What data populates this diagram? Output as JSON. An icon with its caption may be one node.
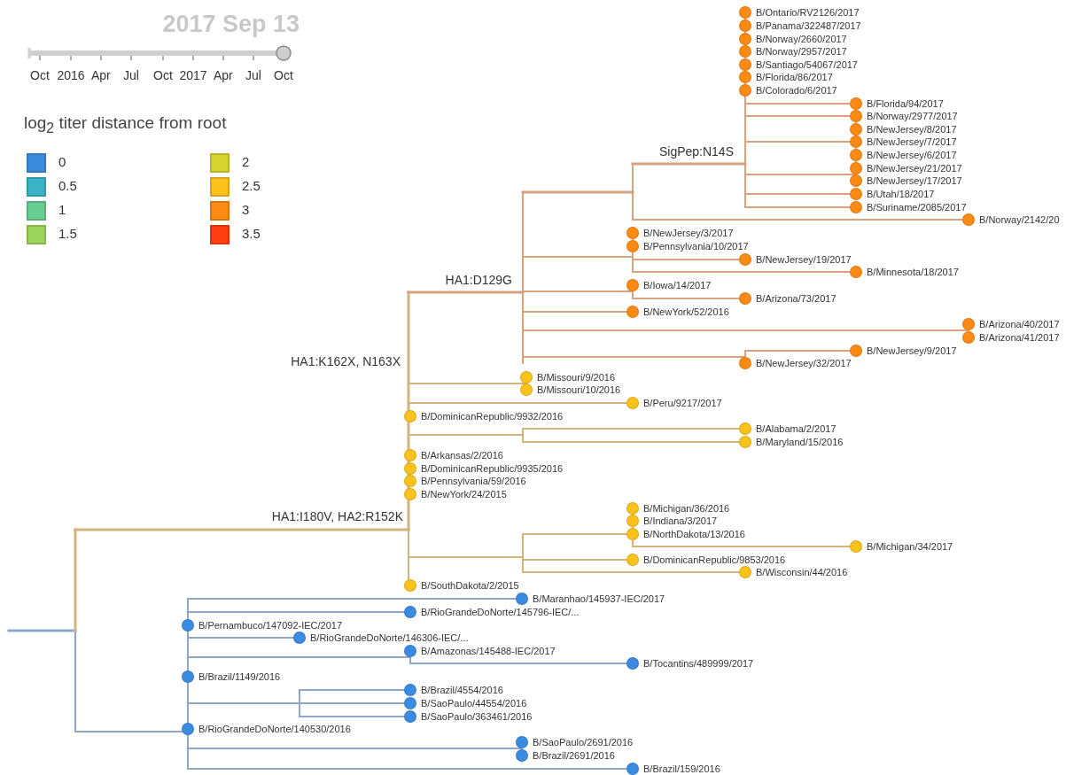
{
  "diagram": {
    "nodes": [
      {
        "text": [],
        "shape": "circle",
        "beside": [
          "B/Ontario/RV2126/2017"
        ]
      },
      {
        "text": [],
        "shape": "circle",
        "beside": [
          "B/Panama/322487/2017"
        ]
      },
      {
        "text": [],
        "shape": "circle",
        "beside": [
          "B/Norway/2660/2017"
        ]
      },
      {
        "text": [],
        "shape": "circle",
        "beside": [
          "B/Norway/2957/2017"
        ]
      },
      {
        "text": [],
        "shape": "circle",
        "beside": [
          "B/Santiago/54067/2017"
        ]
      },
      {
        "text": [],
        "shape": "circle",
        "beside": [
          "B/Florida/86/2017"
        ]
      },
      {
        "text": [],
        "shape": "circle",
        "beside": [
          "B/Colorado/6/2017"
        ]
      },
      {
        "text": [],
        "shape": "circle",
        "beside": [
          "B/Florida/94/2017"
        ]
      },
      {
        "text": [],
        "shape": "circle",
        "beside": [
          "B/Norway/2977/2017"
        ]
      },
      {
        "text": [],
        "shape": "circle",
        "beside": [
          "B/NewJersey/8/2017"
        ]
      },
      {
        "text": [],
        "shape": "circle",
        "beside": [
          "B/NewJersey/7/2017"
        ]
      },
      {
        "text": [],
        "shape": "circle",
        "beside": [
          "B/NewJersey/6/2017"
        ]
      },
      {
        "text": [],
        "shape": "circle",
        "beside": [
          "B/NewJersey/21/2017"
        ]
      },
      {
        "text": [],
        "shape": "circle",
        "beside": [
          "B/NewJersey/17/2017"
        ]
      },
      {
        "text": [],
        "shape": "circle",
        "beside": [
          "B/Utah/18/2017"
        ]
      },
      {
        "text": [],
        "shape": "circle",
        "beside": [
          "B/Suriname/2085/2017"
        ]
      },
      {
        "text": [],
        "shape": "circle",
        "beside": [
          "B/Norway/2142/20"
        ]
      },
      {
        "text": [],
        "shape": "circle",
        "beside": [
          "B/NewJersey/3/2017"
        ]
      },
      {
        "text": [],
        "shape": "circle",
        "beside": [
          "B/Pennsylvania/10/2017"
        ]
      },
      {
        "text": [],
        "shape": "circle",
        "beside": [
          "B/NewJersey/19/2017"
        ]
      },
      {
        "text": [],
        "shape": "circle",
        "beside": [
          "B/Minnesota/18/2017"
        ]
      },
      {
        "text": [],
        "shape": "circle",
        "beside": [
          "B/Iowa/14/2017"
        ]
      },
      {
        "text": [],
        "shape": "circle",
        "beside": [
          "B/Arizona/73/2017"
        ]
      },
      {
        "text": [],
        "shape": "circle",
        "beside": [
          "B/NewYork/52/2016"
        ]
      },
      {
        "text": [],
        "shape": "circle",
        "beside": [
          "B/Arizona/40/2017"
        ]
      },
      {
        "text": [],
        "shape": "circle",
        "beside": [
          "B/Arizona/41/2017"
        ]
      },
      {
        "text": [],
        "shape": "circle",
        "beside": [
          "B/NewJersey/9/2017"
        ]
      },
      {
        "text": [],
        "shape": "circle",
        "beside": [
          "B/NewJersey/32/2017"
        ]
      },
      {
        "text": [],
        "shape": "circle",
        "beside": [
          "B/Missouri/9/2016"
        ]
      },
      {
        "text": [],
        "shape": "circle",
        "beside": [
          "B/Missouri/10/2016"
        ]
      },
      {
        "text": [],
        "shape": "circle",
        "beside": [
          "B/Peru/9217/2017"
        ]
      },
      {
        "text": [],
        "shape": "circle",
        "beside": [
          "B/DominicanRepublic/9932/2016"
        ]
      },
      {
        "text": [],
        "shape": "circle",
        "beside": [
          "B/Alabama/2/2017"
        ]
      },
      {
        "text": [],
        "shape": "circle",
        "beside": [
          "B/Maryland/15/2016"
        ]
      },
      {
        "text": [],
        "shape": "circle",
        "beside": [
          "B/Arkansas/2/2016"
        ]
      },
      {
        "text": [],
        "shape": "circle",
        "beside": [
          "B/DominicanRepublic/9935/2016"
        ]
      },
      {
        "text": [],
        "shape": "circle",
        "beside": [
          "B/Pennsylvania/59/2016"
        ]
      },
      {
        "text": [],
        "shape": "circle",
        "beside": [
          "B/NewYork/24/2015"
        ]
      },
      {
        "text": [],
        "shape": "circle",
        "beside": [
          "B/Michigan/36/2016"
        ]
      },
      {
        "text": [],
        "shape": "circle",
        "beside": [
          "B/Indiana/3/2017"
        ]
      },
      {
        "text": [],
        "shape": "circle",
        "beside": [
          "B/NorthDakota/13/2016"
        ]
      },
      {
        "text": [],
        "shape": "circle",
        "beside": [
          "B/Michigan/34/2017"
        ]
      },
      {
        "text": [],
        "shape": "circle",
        "beside": [
          "B/DominicanRepublic/9853/2016"
        ]
      },
      {
        "text": [],
        "shape": "circle",
        "beside": [
          "B/Wisconsin/44/2016"
        ]
      },
      {
        "text": [],
        "shape": "circle",
        "beside": [
          "B/SouthDakota/2/2015"
        ]
      },
      {
        "text": [],
        "shape": "circle",
        "beside": [
          "B/Maranhao/145937-IEC/2017"
        ]
      },
      {
        "text": [],
        "shape": "circle",
        "beside": [
          "B/RioGrandeDoNorte/145796-IEC/..."
        ]
      },
      {
        "text": [],
        "shape": "circle",
        "beside": [
          "B/Pernambuco/147092-IEC/2017"
        ]
      },
      {
        "text": [],
        "shape": "circle",
        "beside": [
          "B/RioGrandeDoNorte/146306-IEC/..."
        ]
      },
      {
        "text": [],
        "shape": "circle",
        "beside": [
          "B/Amazonas/145488-IEC/2017"
        ]
      },
      {
        "text": [],
        "shape": "circle",
        "beside": [
          "B/Tocantins/489999/2017"
        ]
      },
      {
        "text": [],
        "shape": "circle",
        "beside": [
          "B/Brazil/1149/2016"
        ]
      },
      {
        "text": [],
        "shape": "circle",
        "beside": [
          "B/Brazil/4554/2016"
        ]
      },
      {
        "text": [],
        "shape": "circle",
        "beside": [
          "B/SaoPaulo/44554/2016"
        ]
      },
      {
        "text": [],
        "shape": "circle",
        "beside": [
          "B/SaoPaulo/363461/2016"
        ]
      },
      {
        "text": [],
        "shape": "circle",
        "beside": [
          "B/RioGrandeDoNorte/140530/2016"
        ]
      },
      {
        "text": [],
        "shape": "circle",
        "beside": [
          "B/SaoPaulo/2691/2016"
        ]
      },
      {
        "text": [],
        "shape": "circle",
        "beside": [
          "B/Brazil/2691/2016"
        ]
      },
      {
        "text": [],
        "shape": "circle",
        "beside": [
          "B/Brazil/159/2016"
        ]
      }
    ],
    "labels": [
      "2017 Sep 13",
      "Oct",
      "2016",
      "Apr",
      "Jul",
      "Oct",
      "2017",
      "Apr",
      "Jul",
      "Oct",
      "log$_{2}$ titer distance from root",
      "SigPep:N14S",
      "HA1:D129G",
      "HA1:K162X, N163X",
      "HA1:I180V, HA2:R152K"
    ],
    "legend": [
      {
        "text": "0",
        "color": "#3b8be0"
      },
      {
        "text": "0.5",
        "color": "#3ab3c6"
      },
      {
        "text": "1",
        "color": "#68cd92"
      },
      {
        "text": "1.5",
        "color": "#9bd65a"
      },
      {
        "text": "2",
        "color": "#d7d42f"
      },
      {
        "text": "2.5",
        "color": "#fbc21b"
      },
      {
        "text": "3",
        "color": "#fd8a12"
      },
      {
        "text": "3.5",
        "color": "#fe3f11"
      }
    ]
  }
}
